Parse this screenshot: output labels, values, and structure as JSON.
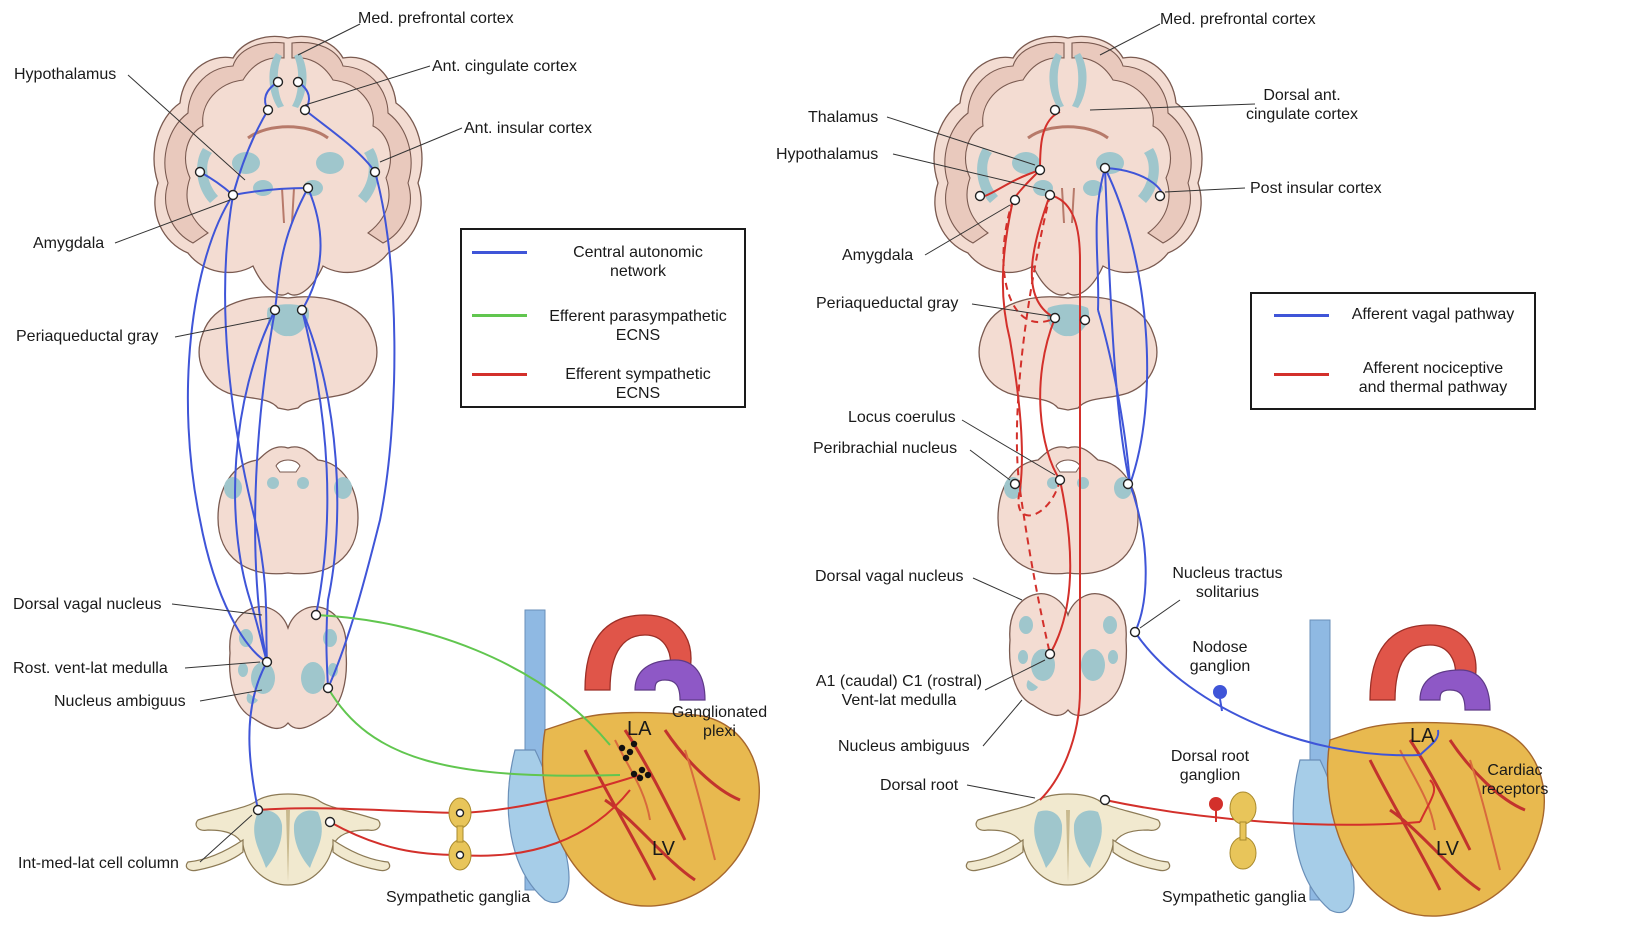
{
  "left_panel": {
    "labels": {
      "med_prefrontal": "Med. prefrontal cortex",
      "hypothalamus": "Hypothalamus",
      "ant_cingulate": "Ant. cingulate cortex",
      "ant_insular": "Ant. insular cortex",
      "amygdala": "Amygdala",
      "periaqueductal": "Periaqueductal gray",
      "dorsal_vagal": "Dorsal vagal nucleus",
      "rost_vent_lat": "Rost. vent-lat medulla",
      "nucleus_ambiguus": "Nucleus ambiguus",
      "int_med_lat": "Int-med-lat cell column",
      "sympathetic_ganglia": "Sympathetic ganglia",
      "ganglionated_plexi": "Ganglionated\nplexi",
      "la": "LA",
      "lv": "LV"
    },
    "legend": [
      {
        "label": "Central autonomic\nnetwork",
        "color": "#3f55d8"
      },
      {
        "label": "Efferent parasympathetic\nECNS",
        "color": "#61c64f"
      },
      {
        "label": "Efferent sympathetic\nECNS",
        "color": "#d3302b"
      }
    ]
  },
  "right_panel": {
    "labels": {
      "med_prefrontal": "Med. prefrontal cortex",
      "dorsal_ant_cingulate": "Dorsal ant.\ncingulate cortex",
      "thalamus": "Thalamus",
      "hypothalamus": "Hypothalamus",
      "post_insular": "Post insular cortex",
      "amygdala": "Amygdala",
      "periaqueductal": "Periaqueductal gray",
      "locus_coeruleus": "Locus coerulus",
      "peribrachial": "Peribrachial nucleus",
      "dorsal_vagal": "Dorsal vagal nucleus",
      "nucleus_tractus": "Nucleus tractus\nsolitarius",
      "nodose": "Nodose\nganglion",
      "a1_c1": "A1 (caudal) C1 (rostral)\nVent-lat medulla",
      "nucleus_ambiguus": "Nucleus ambiguus",
      "dorsal_root_ganglion": "Dorsal root\nganglion",
      "dorsal_root": "Dorsal root",
      "cardiac_receptors": "Cardiac\nreceptors",
      "sympathetic_ganglia": "Sympathetic ganglia",
      "la": "LA",
      "lv": "LV"
    },
    "legend": [
      {
        "label": "Afferent vagal pathway",
        "color": "#3f55d8"
      },
      {
        "label": "Afferent nociceptive\nand thermal pathway",
        "color": "#d3302b"
      }
    ]
  },
  "colors": {
    "central_autonomic": "#3f55d8",
    "parasympathetic": "#61c64f",
    "sympathetic": "#d3302b",
    "nuclei": "#9fc6cc",
    "tissue": "#f3dcd2"
  }
}
